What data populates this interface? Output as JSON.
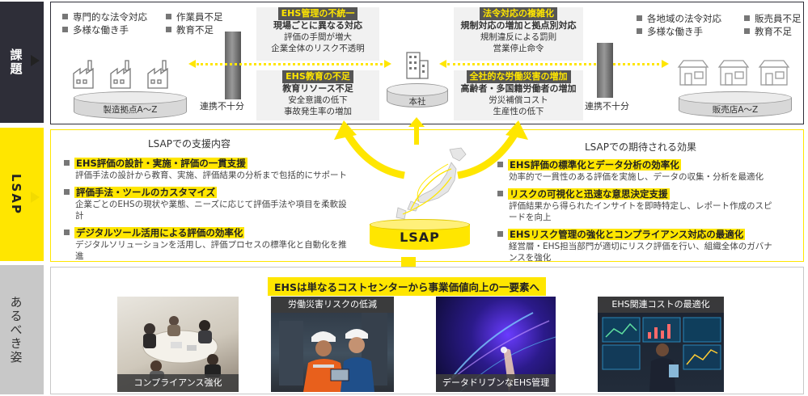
{
  "side_labels": {
    "issue": "課題",
    "lsap": "LSAP",
    "ideal": "あるべき姿"
  },
  "issues": {
    "left_bullets": [
      "専門的な法令対応",
      "作業員不足",
      "多様な働き手",
      "教育不足"
    ],
    "right_bullets": [
      "各地域の法令対応",
      "販売員不足",
      "多様な働き手",
      "教育不足"
    ],
    "manufacturing_label": "製造拠点A〜Z",
    "hq_label": "本社",
    "store_label": "販売店A〜Z",
    "left_barrier_label": "連携不十分",
    "right_barrier_label": "連携不十分",
    "box1": {
      "head": "EHS管理の不統一",
      "sub": "現場ごとに異なる対応",
      "lines": [
        "評価の手間が増大",
        "企業全体のリスク不透明"
      ]
    },
    "box2": {
      "head": "EHS教育の不足",
      "sub": "教育リソース不足",
      "lines": [
        "安全意識の低下",
        "事故発生率の増加"
      ]
    },
    "box3": {
      "head": "法令対応の複雑化",
      "sub": "規制対応の増加と拠点別対応",
      "lines": [
        "規制違反による罰則",
        "営業停止命令"
      ]
    },
    "box4": {
      "head": "全社的な労働災害の増加",
      "sub": "高齢者・多国籍労働者の増加",
      "lines": [
        "労災補償コスト",
        "生産性の低下"
      ]
    }
  },
  "lsap": {
    "support_title": "LSAPでの支援内容",
    "expected_title": "LSAPでの期待される効果",
    "center_label": "LSAP",
    "support_items": [
      {
        "head": "EHS評価の設計・実施・評価の一貫支援",
        "desc": "評価手法の設計から教育、実施、評価結果の分析まで包括的にサポート"
      },
      {
        "head": "評価手法・ツールのカスタマイズ",
        "desc": "企業ごとのEHSの現状や業態、ニーズに応じて評価手法や項目を柔軟設計"
      },
      {
        "head": "デジタルツール活用による評価の効率化",
        "desc": "デジタルソリューションを活用し、評価プロセスの標準化と自動化を推進"
      }
    ],
    "effect_items": [
      {
        "head": "EHS評価の標準化とデータ分析の効率化",
        "desc": "効率的で一貫性のある評価を実施し、データの収集・分析を最適化"
      },
      {
        "head": "リスクの可視化と迅速な意思決定支援",
        "desc": "評価結果から得られたインサイトを即時特定し、レポート作成のスピードを向上"
      },
      {
        "head": "EHSリスク管理の強化とコンプライアンス対応の最適化",
        "desc": "経営層・EHS担当部門が適切にリスク評価を行い、組織全体のガバナンスを強化"
      }
    ]
  },
  "ideal": {
    "banner": "EHSは単なるコストセンターから事業価値向上の一要素へ",
    "photos": [
      {
        "caption": "コンプライアンス強化",
        "pos": "bottom"
      },
      {
        "caption": "労働災害リスクの低減",
        "pos": "top"
      },
      {
        "caption": "データドリブンなEHS管理",
        "pos": "bottom"
      },
      {
        "caption": "EHS関連コストの最適化",
        "pos": "top"
      }
    ]
  },
  "colors": {
    "accent": "#ffe600",
    "dark": "#333333",
    "grey_box": "#f1f1f1"
  }
}
